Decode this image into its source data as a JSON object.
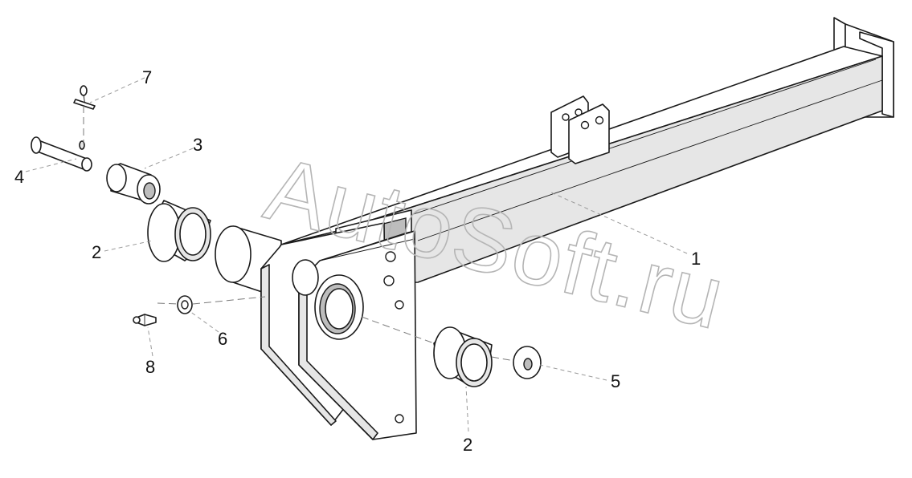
{
  "watermark": "AutoSoft.ru",
  "callouts": {
    "c1": "1",
    "c2a": "2",
    "c2b": "2",
    "c3": "3",
    "c4": "4",
    "c5": "5",
    "c6": "6",
    "c7": "7",
    "c8": "8"
  }
}
